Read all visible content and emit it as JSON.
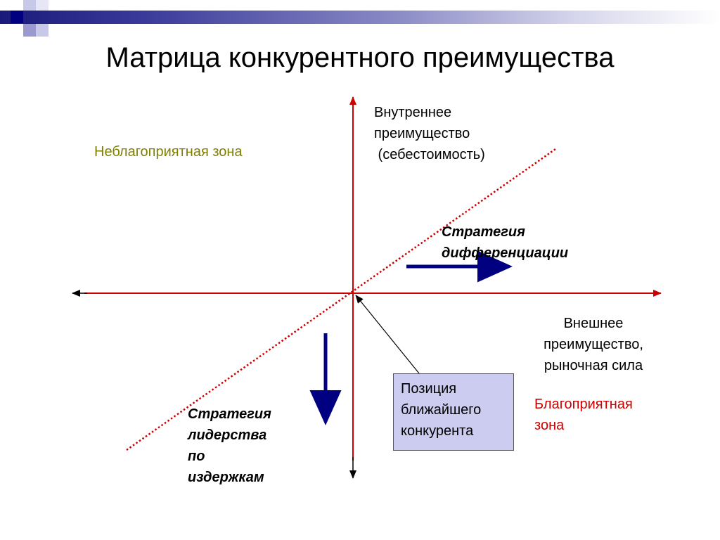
{
  "title": "Матрица конкурентного преимущества",
  "labels": {
    "unfavorable_zone": "Неблагоприятная зона",
    "internal_advantage": [
      "Внутреннее",
      "преимущество",
      " (себестоимость)"
    ],
    "differentiation_strategy": [
      "Стратегия",
      "дифференциации"
    ],
    "external_advantage": [
      "Внешнее",
      "преимущество,",
      "рыночная сила"
    ],
    "competitor_position": [
      "Позиция",
      "ближайшего",
      "конкурента"
    ],
    "favorable_zone": [
      "Благоприятная",
      "зона"
    ],
    "cost_leadership_strategy": [
      "Стратегия",
      "лидерства",
      "по",
      "издержкам"
    ]
  },
  "colors": {
    "axis": "#cc0000",
    "strategy_arrow": "#000080",
    "unfavorable_text": "#808000",
    "favorable_text": "#cc0000",
    "competitor_box": "#ccccf0"
  }
}
